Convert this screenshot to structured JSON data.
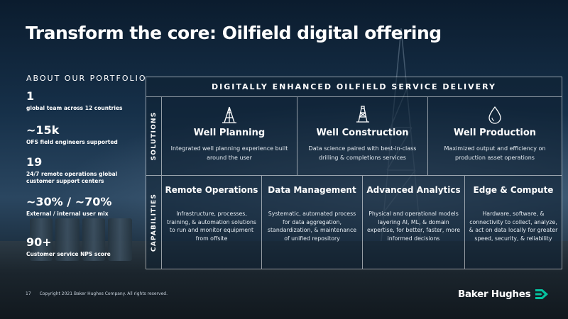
{
  "title": "Transform the core: Oilfield digital offering",
  "portfolio": {
    "heading": "ABOUT OUR PORTFOLIO",
    "stats": [
      {
        "value": "1",
        "label": "global team across 12 countries"
      },
      {
        "value": "~15k",
        "label": "OFS field engineers supported"
      },
      {
        "value": "19",
        "label": "24/7 remote operations global customer support centers"
      },
      {
        "value": "~30% / ~70%",
        "label": "External / internal user mix"
      },
      {
        "value": "90+",
        "label": "Customer service NPS score"
      }
    ]
  },
  "panel": {
    "heading": "DIGITALLY ENHANCED OILFIELD SERVICE DELIVERY",
    "solutions_label": "SOLUTIONS",
    "capabilities_label": "CAPABILITIES",
    "solutions": [
      {
        "icon": "drill-tower-icon",
        "title": "Well Planning",
        "desc": "Integrated well planning experience built around the user"
      },
      {
        "icon": "derrick-icon",
        "title": "Well Construction",
        "desc": "Data science paired with best-in-class drilling & completions services"
      },
      {
        "icon": "oil-drop-icon",
        "title": "Well Production",
        "desc": "Maximized output and efficiency on production asset operations"
      }
    ],
    "capabilities": [
      {
        "title": "Remote Operations",
        "desc": "Infrastructure, processes, training, & automation solutions to run and monitor equipment from offsite"
      },
      {
        "title": "Data Management",
        "desc": "Systematic, automated process for data aggregation, standardization, & maintenance of unified repository"
      },
      {
        "title": "Advanced Analytics",
        "desc": "Physical and operational models layering AI, ML, & domain expertise, for better, faster, more informed decisions"
      },
      {
        "title": "Edge & Compute",
        "desc": "Hardware, software, & connectivity to collect, analyze, & act on data locally for greater speed, security, & reliability"
      }
    ]
  },
  "footer": {
    "page": "17",
    "copyright": "Copyright 2021 Baker Hughes Company. All rights reserved."
  },
  "logo": {
    "text": "Baker Hughes",
    "accent_color": "#05c3a0"
  }
}
